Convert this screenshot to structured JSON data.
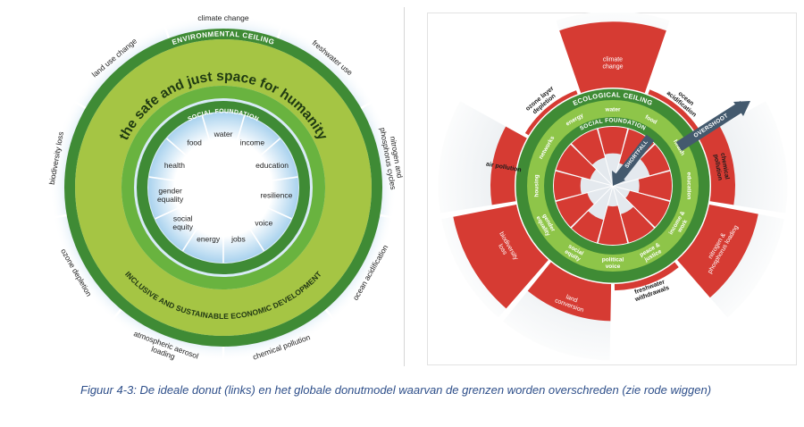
{
  "left_diagram": {
    "ring_labels": {
      "environmental_ceiling": "ENVIRONMENTAL CEILING",
      "safe_space": "the safe and just space for humanity",
      "social_foundation": "SOCIAL FOUNDATION",
      "economic_development": "INCLUSIVE AND SUSTAINABLE ECONOMIC DEVELOPMENT"
    },
    "outer_boundaries": [
      "climate change",
      "freshwater use",
      "nitrogen and phosphorus cycles",
      "ocean acidification",
      "chemical pollution",
      "atmospheric aerosol loading",
      "ozone depletion",
      "biodiversity loss",
      "land use change"
    ],
    "social_dimensions": [
      "water",
      "income",
      "education",
      "resilience",
      "voice",
      "jobs",
      "energy",
      "social equity",
      "gender equality",
      "health",
      "food"
    ]
  },
  "right_diagram": {
    "ring_labels": {
      "ecological_ceiling": "ECOLOGICAL CEILING",
      "social_foundation": "SOCIAL FOUNDATION",
      "overshoot": "OVERSHOOT",
      "shortfall": "SHORTFALL"
    },
    "outer_boundaries": [
      "climate change",
      "ocean acidification",
      "chemical pollution",
      "nitrogen & phosphorus loading",
      "freshwater withdrawals",
      "land conversion",
      "biodiversity loss",
      "air pollution",
      "ozone layer depletion"
    ],
    "overshoot_levels": [
      0.82,
      0.06,
      0.3,
      0.62,
      0.08,
      0.46,
      0.8,
      0.3,
      0.05
    ],
    "social_dimensions": [
      "water",
      "food",
      "health",
      "education",
      "income & work",
      "peace & justice",
      "political voice",
      "social equity",
      "gender equality",
      "housing",
      "networks",
      "energy"
    ],
    "shortfall_levels": [
      0.45,
      0.6,
      0.35,
      0.55,
      0.7,
      0.5,
      0.65,
      0.4,
      0.55,
      0.45,
      0.6,
      0.5
    ]
  },
  "colors": {
    "green_dark": "#3f8b35",
    "green_light": "#a5c544",
    "green_mid": "#69b33f",
    "red": "#d63b33",
    "blue_halo": "#a8cfe9",
    "arrow": "#445a6e",
    "caption": "#2e4f8a"
  },
  "caption": "Figuur 4-3: De ideale donut (links) en het globale donutmodel waarvan de grenzen worden overschreden (zie rode wiggen)"
}
